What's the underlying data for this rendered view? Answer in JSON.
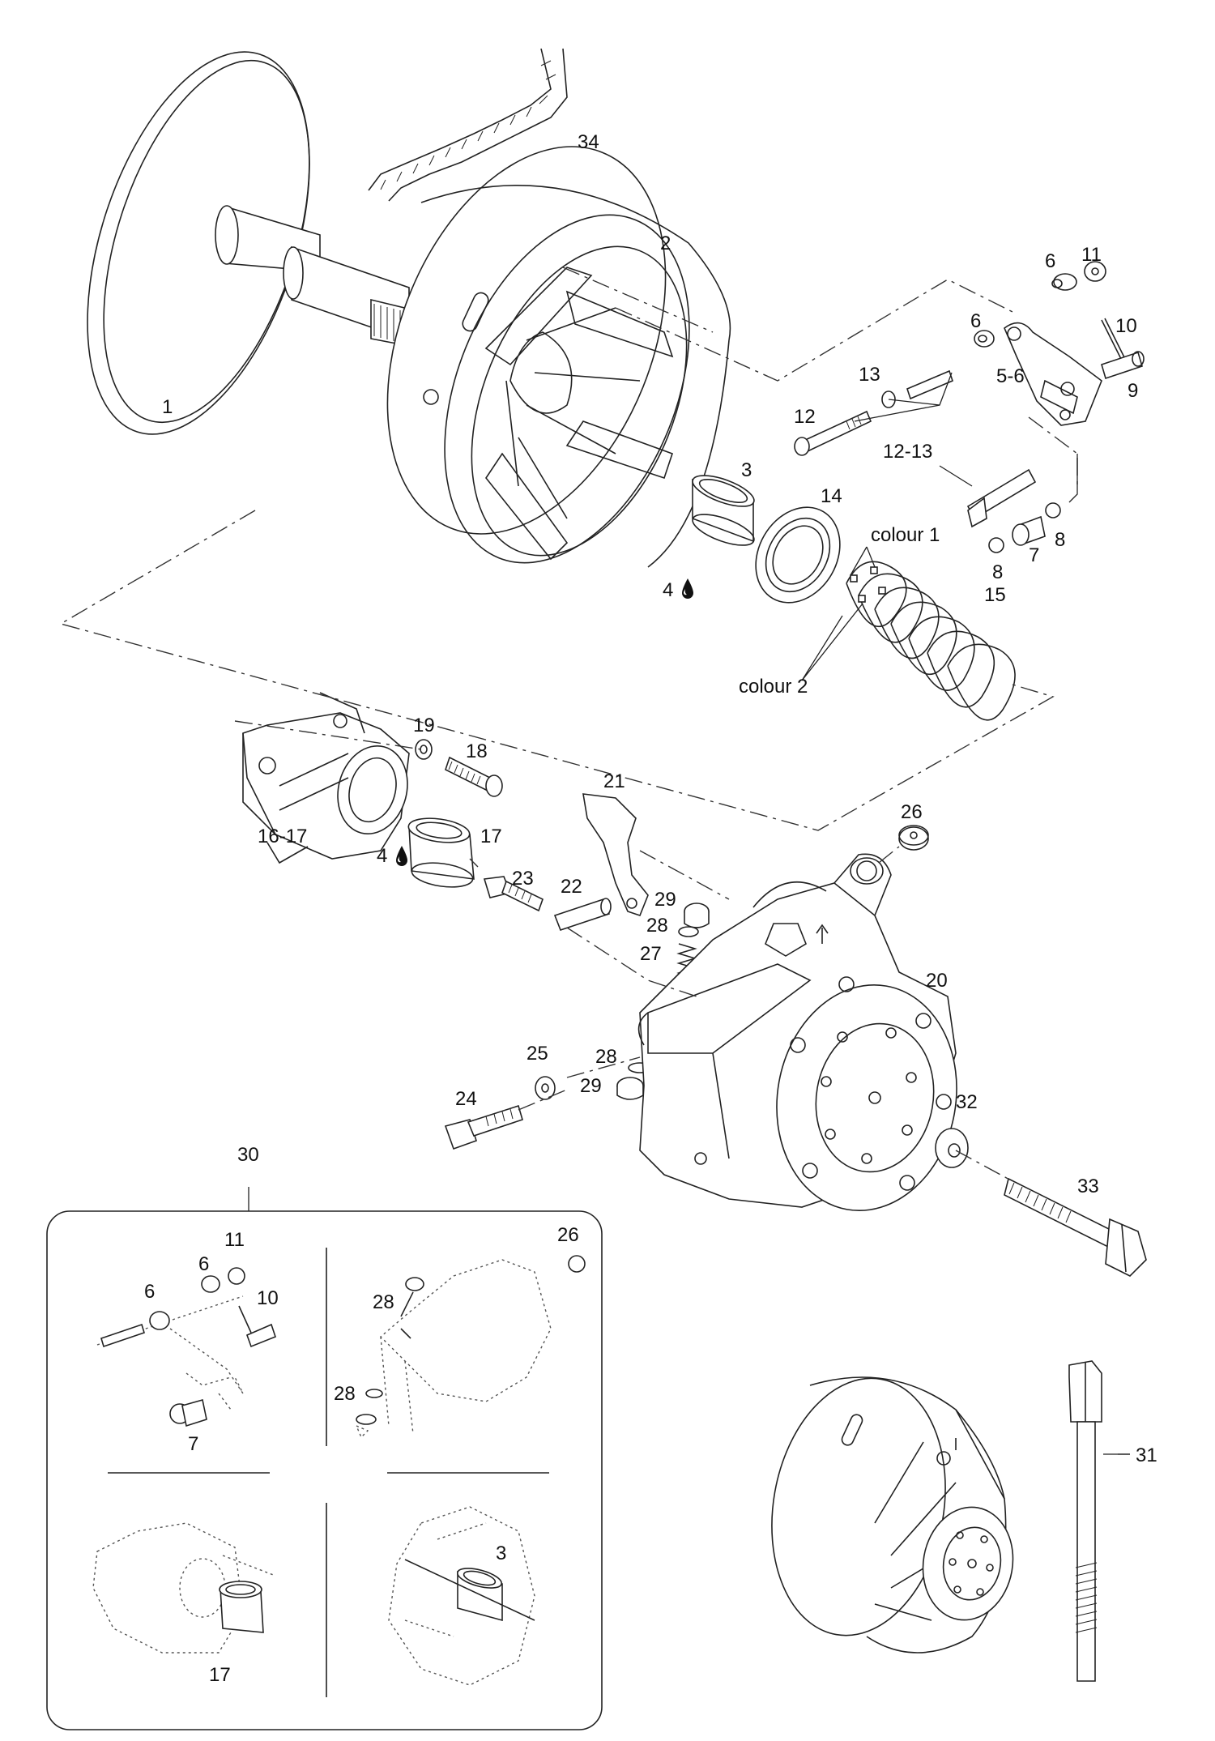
{
  "labels": {
    "l1": "1",
    "l2": "2",
    "l3": "3",
    "l4a": "4",
    "l4b": "4",
    "l56": "5-6",
    "l6a": "6",
    "l6b": "6",
    "l7": "7",
    "l8a": "8",
    "l8b": "8",
    "l9": "9",
    "l10": "10",
    "l11": "11",
    "l12": "12",
    "l13": "13",
    "l1213": "12-13",
    "l14": "14",
    "l15": "15",
    "l1617": "16-17",
    "l17": "17",
    "l18": "18",
    "l19": "19",
    "l20": "20",
    "l21": "21",
    "l22": "22",
    "l23": "23",
    "l24": "24",
    "l25": "25",
    "l26": "26",
    "l27": "27",
    "l28a": "28",
    "l28b": "28",
    "l29a": "29",
    "l29b": "29",
    "l30": "30",
    "l31": "31",
    "l32": "32",
    "l33": "33",
    "l34": "34",
    "colour1": "colour 1",
    "colour2": "colour 2",
    "k11": "11",
    "k6a": "6",
    "k6b": "6",
    "k10": "10",
    "k7": "7",
    "k26": "26",
    "k28a": "28",
    "k28b": "28",
    "k3": "3",
    "k17": "17"
  },
  "icons": {
    "lubricant": "oil-drop-icon",
    "direction": "rotation-arrow-icon"
  }
}
